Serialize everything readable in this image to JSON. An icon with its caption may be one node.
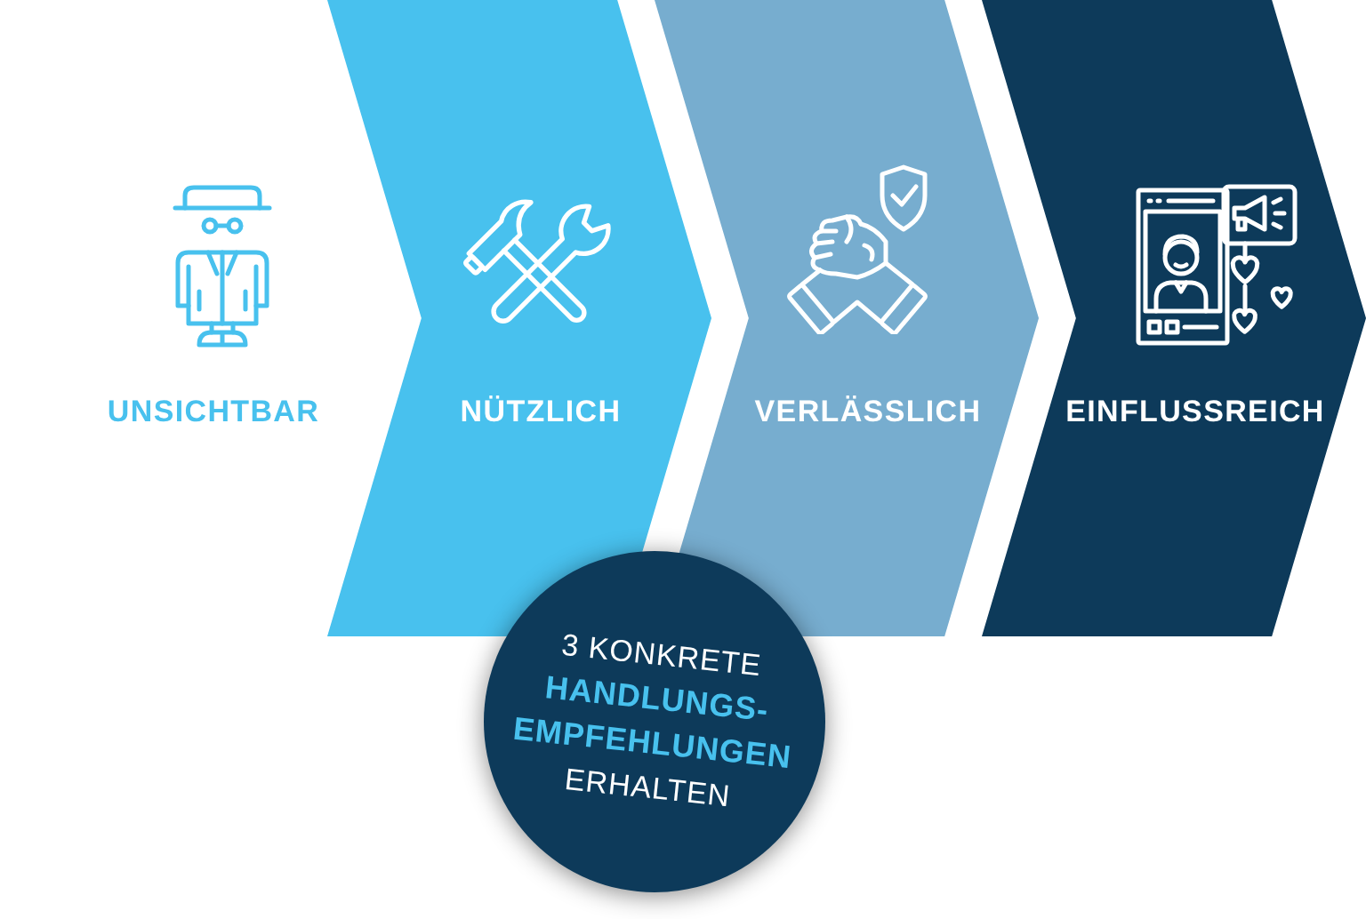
{
  "diagram": {
    "nodes": [
      {
        "text": [
          "UNSICHTBAR"
        ]
      },
      {
        "text": [
          "NÜTZLICH"
        ]
      },
      {
        "text": [
          "VERLÄSSLICH"
        ]
      },
      {
        "text": [
          "EINFLUSSREICH"
        ]
      },
      {
        "text": [
          "3 KONKRETE **HANDLUNGS- EMPFEHLUNGEN** ERHALTEN"
        ]
      }
    ]
  }
}
